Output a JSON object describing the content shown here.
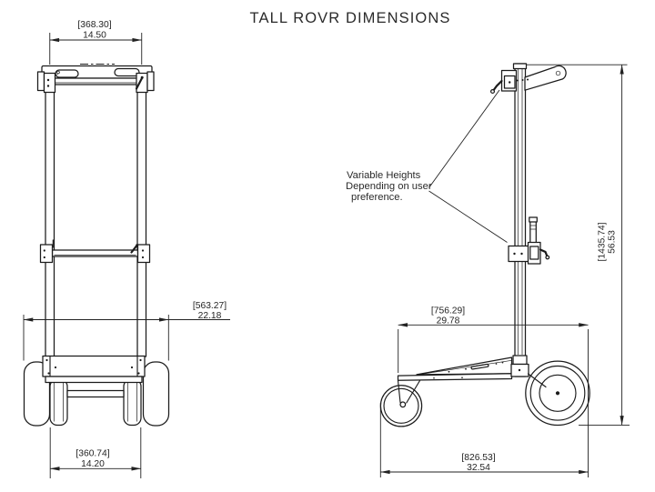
{
  "title": "TALL ROVR DIMENSIONS",
  "annotation": {
    "line1": "Variable Heights",
    "line2": "Depending on user",
    "line3": "preference."
  },
  "dimensions": {
    "handle_width": {
      "metric": "[368.30]",
      "inches": "14.50"
    },
    "overall_width": {
      "metric": "[563.27]",
      "inches": "22.18"
    },
    "caster_track": {
      "metric": "[360.74]",
      "inches": "14.20"
    },
    "base_length": {
      "metric": "[756.29]",
      "inches": "29.78"
    },
    "overall_length": {
      "metric": "[826.53]",
      "inches": "32.54"
    },
    "overall_height": {
      "metric": "[1435.74]",
      "inches": "56.53"
    }
  },
  "colors": {
    "line": "#1b1b1b",
    "text": "#2a2a2a",
    "background": "#ffffff"
  }
}
